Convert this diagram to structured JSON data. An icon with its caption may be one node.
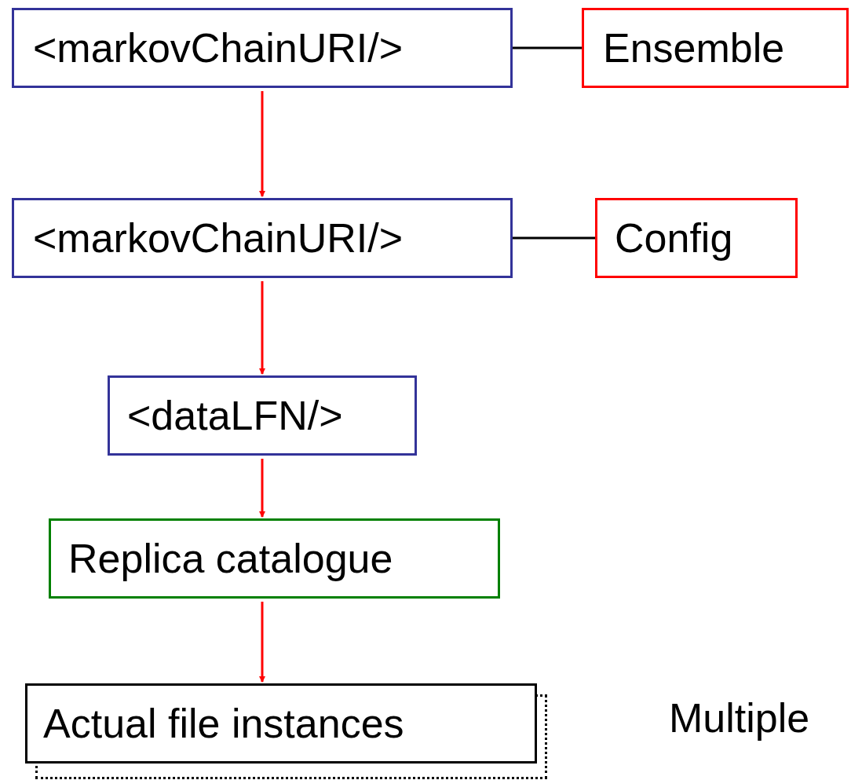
{
  "diagram": {
    "nodes": [
      {
        "text": [
          "<markovChainURI/>"
        ]
      },
      {
        "text": [
          "Ensemble"
        ]
      },
      {
        "text": [
          "<markovChainURI/>"
        ]
      },
      {
        "text": [
          "Config"
        ]
      },
      {
        "text": [
          "<dataLFN/>"
        ]
      },
      {
        "text": [
          "Replica catalogue"
        ]
      },
      {
        "text": [
          "Actual file instances"
        ]
      }
    ],
    "edges": [
      {
        "from": 0,
        "to": 1,
        "arrow": "none",
        "color": "#000000"
      },
      {
        "from": 0,
        "to": 2,
        "arrow": "to"
      },
      {
        "from": 2,
        "to": 3,
        "arrow": "none",
        "color": "#000000"
      },
      {
        "from": 2,
        "to": 4,
        "arrow": "to"
      },
      {
        "from": 4,
        "to": 5,
        "arrow": "to"
      },
      {
        "from": 5,
        "to": 6,
        "arrow": "to"
      }
    ],
    "labels": [
      "Multiple"
    ]
  }
}
